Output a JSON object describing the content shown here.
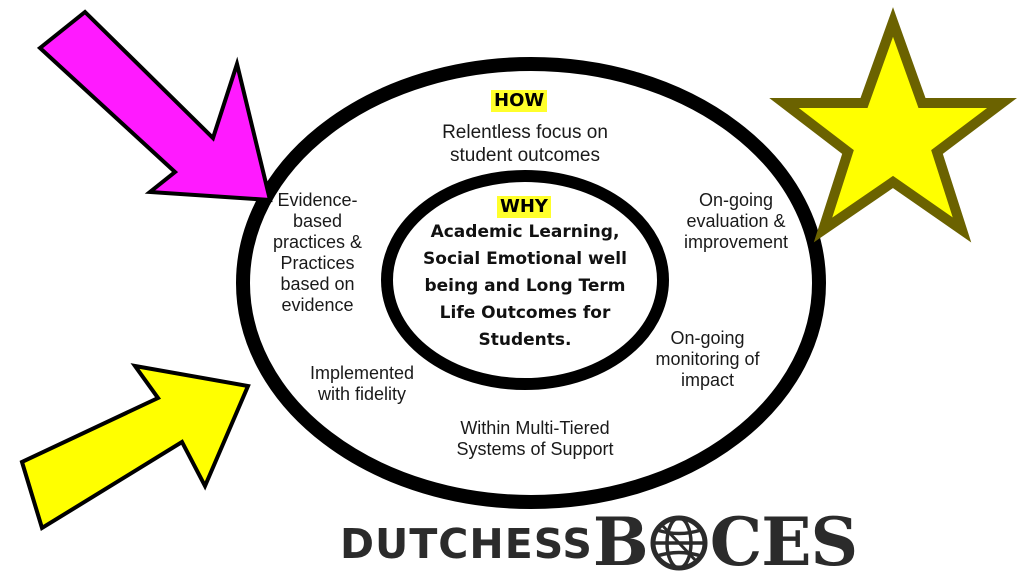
{
  "how": {
    "heading": "HOW",
    "center_text": [
      "Relentless focus on",
      "student outcomes"
    ]
  },
  "why": {
    "heading": "WHY",
    "text": [
      "Academic Learning,",
      "Social Emotional well",
      "being and Long Term",
      "Life Outcomes for",
      "Students."
    ]
  },
  "ring_labels": {
    "evidence": [
      "Evidence-",
      "based",
      "practices &",
      "Practices",
      "based on",
      "evidence"
    ],
    "evaluation": [
      "On-going",
      "evaluation &",
      "improvement"
    ],
    "monitoring": [
      "On-going",
      "monitoring of",
      "impact"
    ],
    "fidelity": [
      "Implemented",
      "with fidelity"
    ],
    "mtss": [
      "Within Multi-Tiered",
      "Systems of Support"
    ]
  },
  "logo": {
    "dutchess": "DUTCHESS",
    "boces_b": "B",
    "boces_rest": "CES"
  },
  "colors": {
    "magenta_arrow": "#ff1aff",
    "yellow_arrow": "#ffff00",
    "star_fill": "#ffff00",
    "star_outline": "#6b6200",
    "highlight": "#ffff2b",
    "ring": "#000000"
  },
  "icons": [
    "magenta-arrow-icon",
    "yellow-arrow-icon",
    "star-icon",
    "globe-icon"
  ]
}
